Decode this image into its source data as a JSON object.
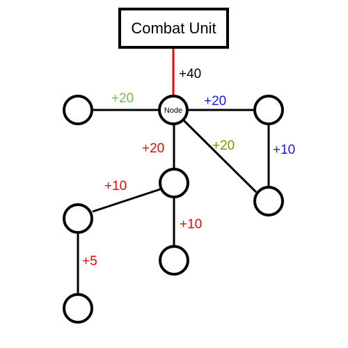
{
  "root": {
    "label": "Combat Unit"
  },
  "center_node": {
    "label": "Node"
  },
  "colors": {
    "red": "#ff0000",
    "green": "#6fbf3f",
    "blue": "#1a1aff",
    "olive": "#8a8a00",
    "black": "#000000"
  },
  "edges": [
    {
      "id": "root-center",
      "label": "+40",
      "color": "black",
      "line_color": "red"
    },
    {
      "id": "left-center",
      "label": "+20",
      "color": "green",
      "line_color": "black"
    },
    {
      "id": "center-right",
      "label": "+20",
      "color": "blue",
      "line_color": "black"
    },
    {
      "id": "right-rightlower",
      "label": "+10",
      "color": "blue",
      "line_color": "black"
    },
    {
      "id": "center-rightlower",
      "label": "+20",
      "color": "olive",
      "line_color": "black"
    },
    {
      "id": "center-mid",
      "label": "+20",
      "color": "red",
      "line_color": "black"
    },
    {
      "id": "mid-midleft",
      "label": "+10",
      "color": "red",
      "line_color": "black"
    },
    {
      "id": "mid-midbottom",
      "label": "+10",
      "color": "red",
      "line_color": "black"
    },
    {
      "id": "midleft-bottomleft",
      "label": "+5",
      "color": "red",
      "line_color": "black"
    }
  ]
}
